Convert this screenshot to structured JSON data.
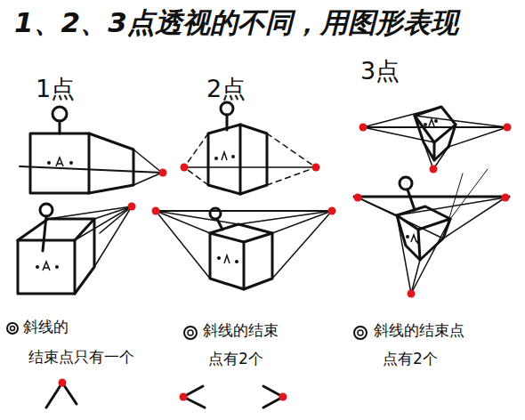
{
  "diagram": {
    "title": "1、2、3点透视的不同，用图形表现",
    "labels": [
      "1点",
      "2点",
      "3点",
      "斜线的",
      "结束点只有一个",
      "斜线的结束",
      "点有2个",
      "斜线的结束点",
      "点有2个"
    ]
  }
}
